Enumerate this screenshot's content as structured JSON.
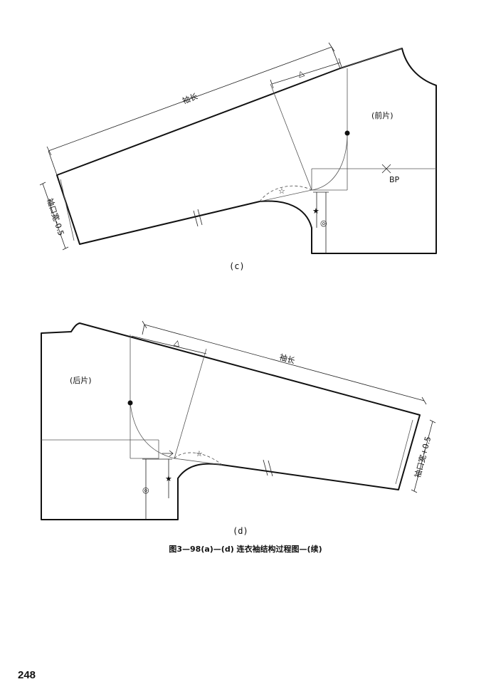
{
  "diagram_c": {
    "sleeve_length_label": "袖长",
    "front_piece_label": "(前片)",
    "bp_label": "BP",
    "cuff_width_label": "袖口宽-0.5",
    "triangle_symbol": "△",
    "star_outline_symbol": "☆",
    "star_filled_symbol": "★",
    "double_circle_symbol": "◎",
    "sublabel": "(c)"
  },
  "diagram_d": {
    "sleeve_length_label": "袖长",
    "back_piece_label": "(后片)",
    "cuff_width_label": "袖口宽+0.5",
    "triangle_symbol": "△",
    "star_outline_symbol": "☆",
    "star_filled_symbol": "★",
    "double_circle_symbol": "◎",
    "sublabel": "(d)"
  },
  "caption": "图3—98(a)—(d) 连衣袖结构过程图—(续)",
  "page_number": "248"
}
